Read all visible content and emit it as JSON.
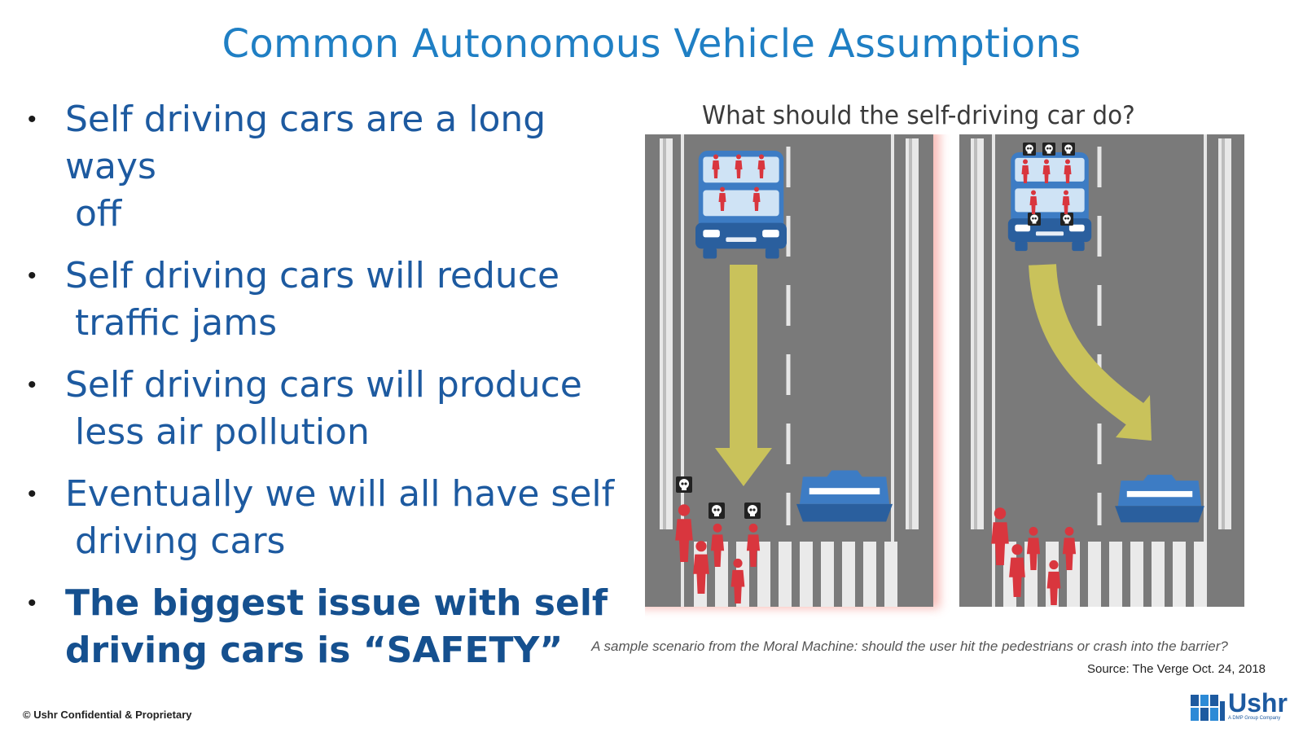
{
  "slide": {
    "title": "Common Autonomous Vehicle Assumptions",
    "bullets": [
      {
        "line1": "Self driving cars are a long ways",
        "line2": "off"
      },
      {
        "line1": "Self driving cars will reduce",
        "line2": "traffic jams"
      },
      {
        "line1": "Self driving cars will produce",
        "line2": "less air pollution"
      },
      {
        "line1": "Eventually we will all have self",
        "line2": "driving cars"
      },
      {
        "line1": "The biggest issue with self",
        "line2": "driving cars is “SAFETY”"
      }
    ]
  },
  "figure": {
    "title": "What should the self-driving car do?",
    "caption": "A sample scenario from the Moral Machine: should the user hit the pedestrians or crash into the barrier?",
    "source": "Source: The Verge Oct. 24, 2018",
    "highlight_color": "#f6a09a",
    "road_color": "#7a7a7a",
    "car_color": "#2e6db4",
    "person_color": "#d9363e",
    "arrow_color": "#c9c25b"
  },
  "footer": {
    "copyright": "© Ushr Confidential & Proprietary",
    "logo_text": "Ushr",
    "logo_sub": "A DMP Group Company"
  }
}
